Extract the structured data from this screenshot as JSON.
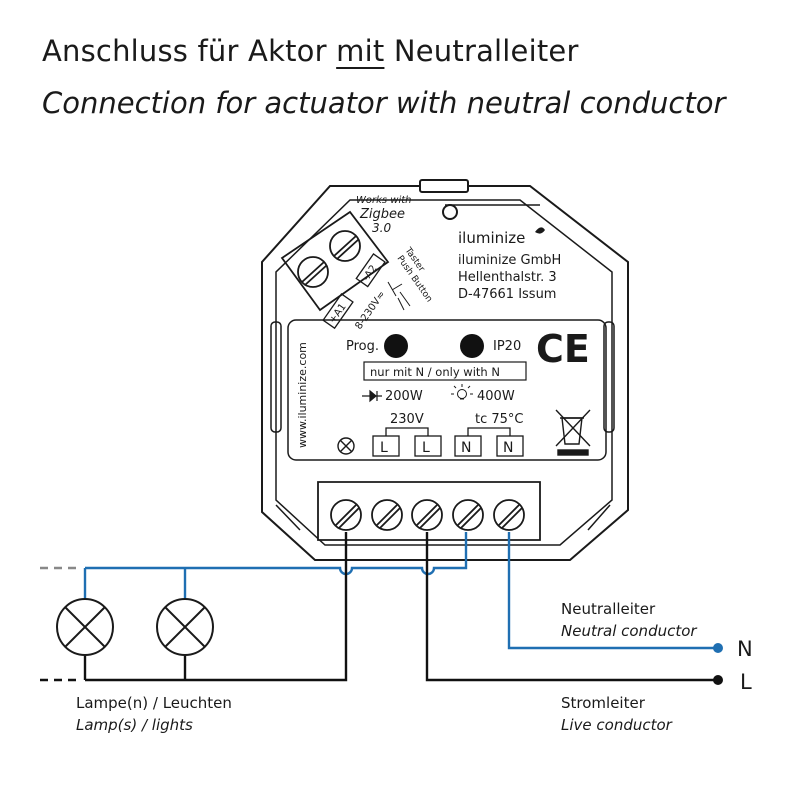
{
  "title": {
    "de_part1": "Anschluss für Aktor ",
    "de_mit": "mit",
    "de_part2": " Neutralleiter",
    "en": "Connection for actuator with neutral conductor"
  },
  "device": {
    "zigbee_works_with": "Works with",
    "zigbee_name": "Zigbee",
    "zigbee_version": "3.0",
    "brand": "iluminize",
    "company": "iluminize GmbH",
    "street": "Hellenthalstr. 3",
    "city": "D-47661 Issum",
    "website": "www.iluminize.com",
    "terminal_a2": "-A2",
    "terminal_a1": "+A1",
    "voltage_range": "8-230V≂",
    "taster": "Taster",
    "push_button": "Push Button",
    "prog_label": "Prog.",
    "ip_rating": "IP20",
    "ce_mark": "CE",
    "neutral_note": "nur mit N / only with N",
    "led_power": "200W",
    "bulb_power": "400W",
    "voltage": "230V",
    "temp": "tc 75°C",
    "terminals": [
      "L",
      "L",
      "N",
      "N"
    ]
  },
  "labels": {
    "neutral_de": "Neutralleiter",
    "neutral_en": "Neutral conductor",
    "live_de": "Stromleiter",
    "live_en": "Live conductor",
    "lamps_de": "Lampe(n) / Leuchten",
    "lamps_en": "Lamp(s) / lights",
    "n": "N",
    "l": "L"
  },
  "colors": {
    "blue_wire": "#1f6fb2",
    "black_wire": "#111111",
    "outline": "#1a1a1a"
  }
}
